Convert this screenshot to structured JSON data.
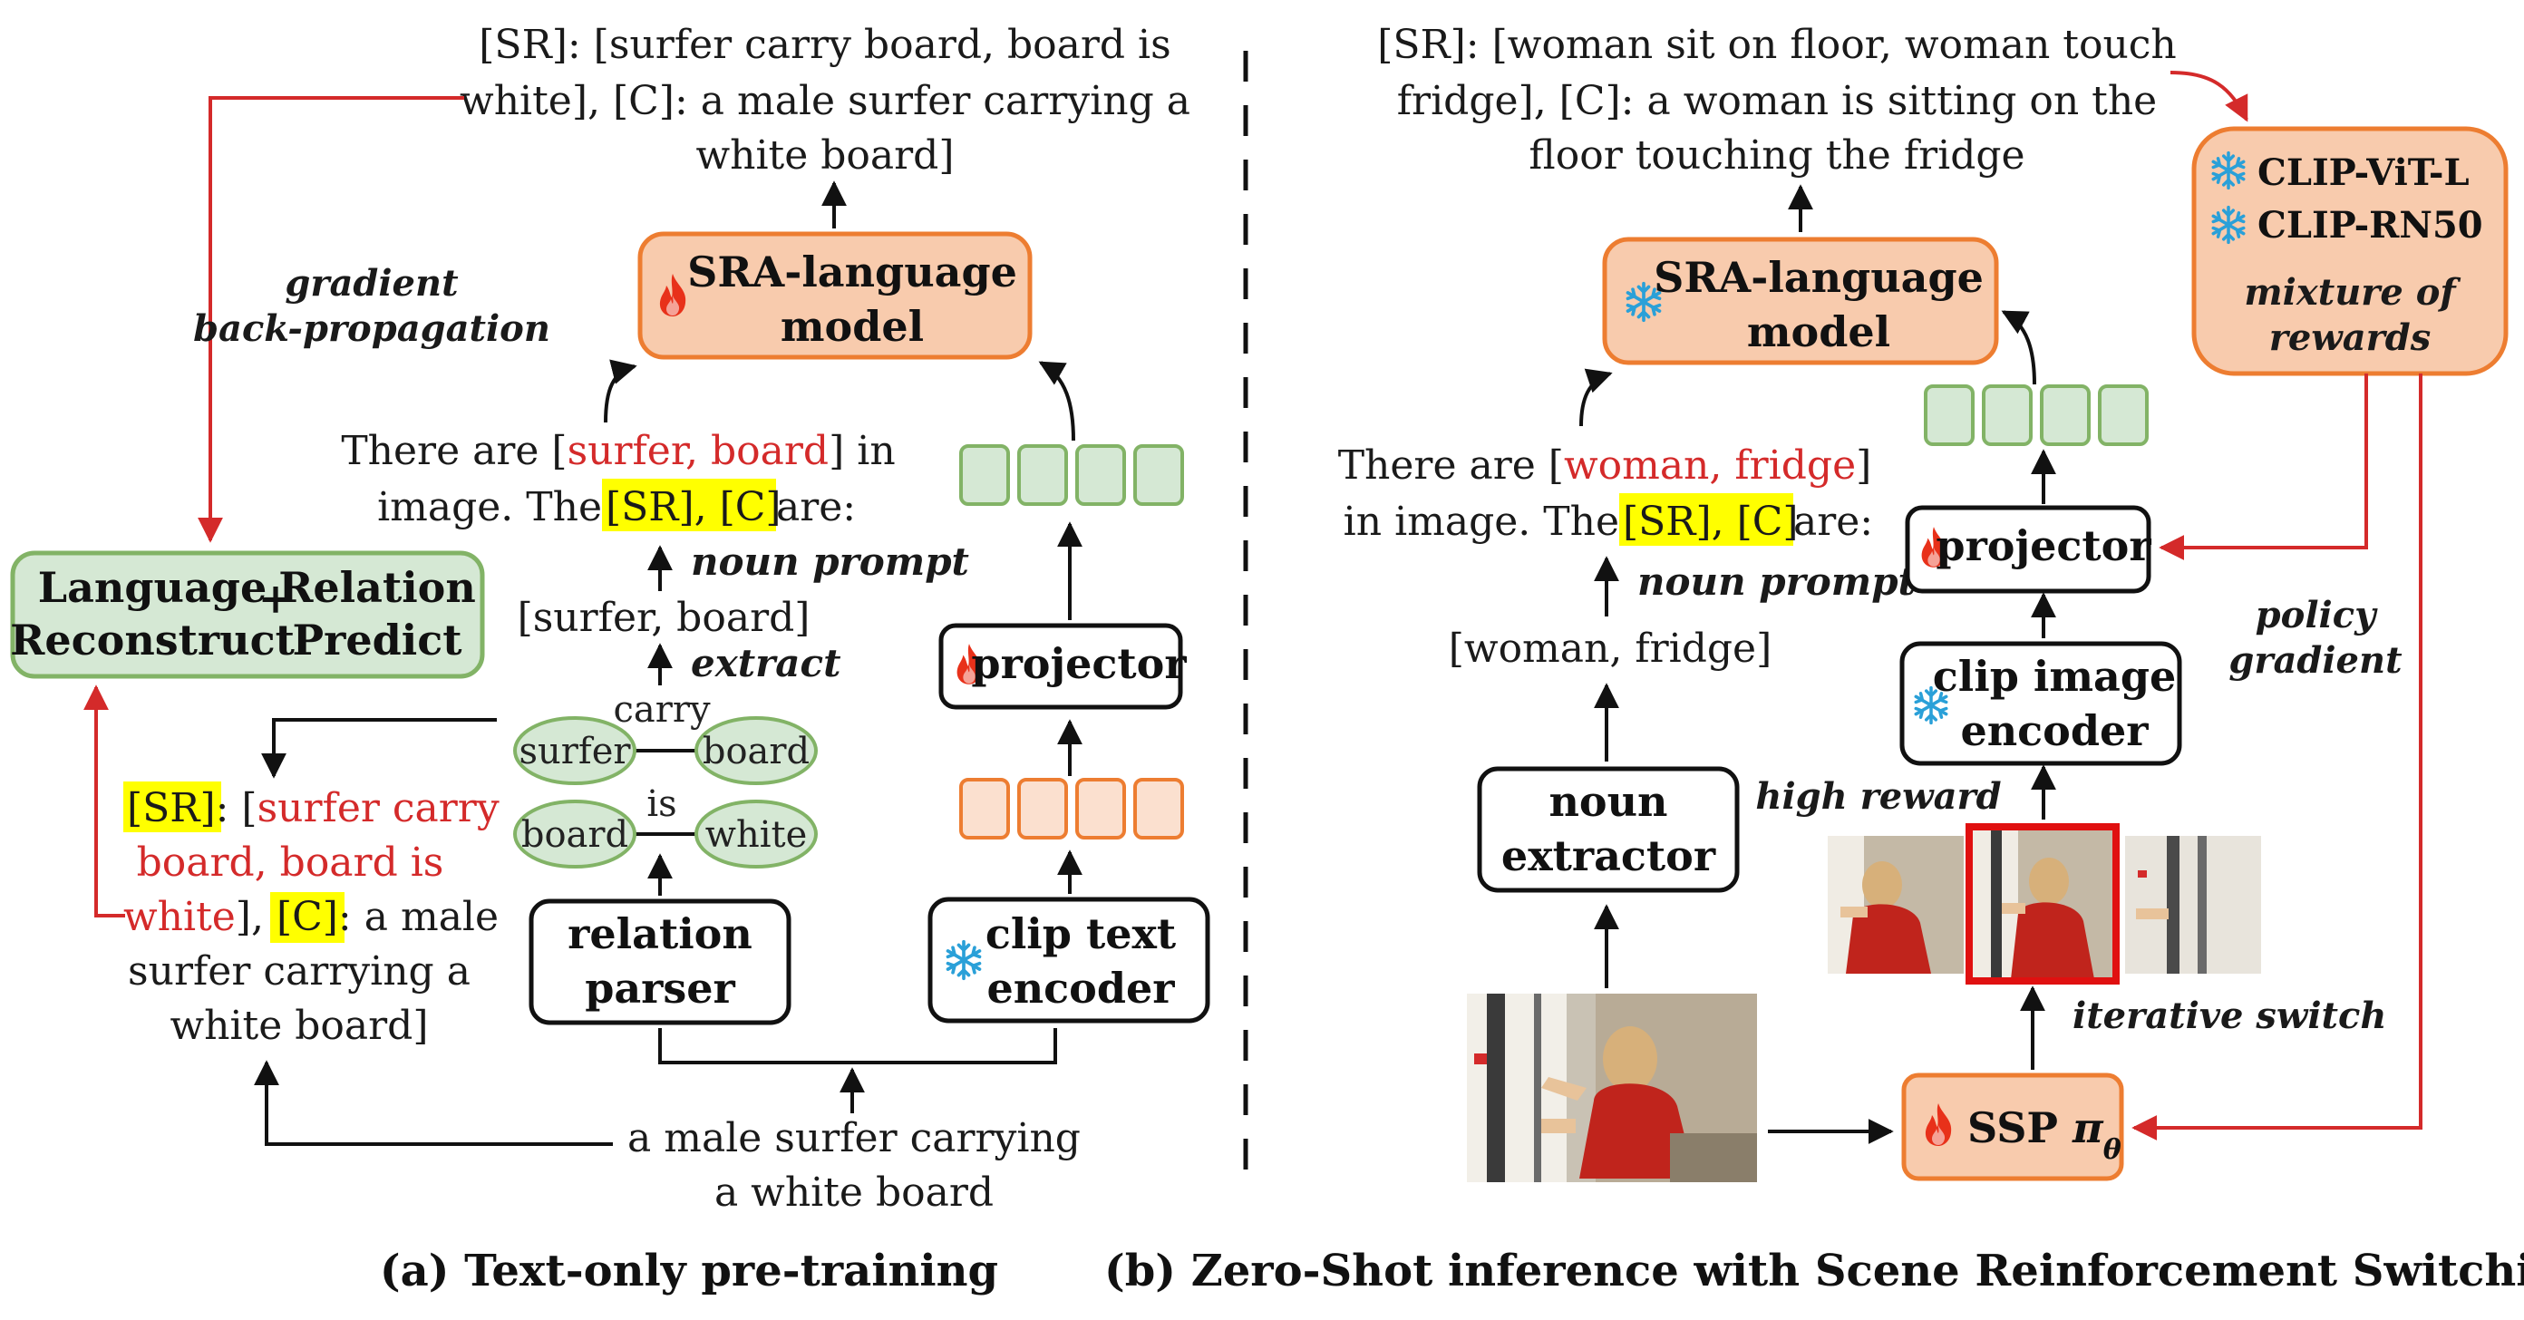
{
  "left": {
    "top_caption": {
      "line1": "[SR]: [surfer carry board, board is",
      "line2": "white], [C]: a male surfer carrying a",
      "line3": "white board]"
    },
    "sra_model": {
      "line1": "SRA-language",
      "line2": "model"
    },
    "gradient_label": {
      "line1": "gradient",
      "line2": "back-propagation"
    },
    "prompt": {
      "pre": "There are [",
      "entities": "surfer, board",
      "post": "] in",
      "line2_pre": "image. The ",
      "highlight": "[SR], [C]",
      "line2_post": " are:"
    },
    "noun_prompt": "noun prompt",
    "noun_list": "[surfer, board]",
    "extract": "extract",
    "graph": {
      "edge1_label": "carry",
      "node1": "surfer",
      "node2": "board",
      "edge2_label": "is",
      "node3": "board",
      "node4": "white"
    },
    "relation_parser": {
      "line1": "relation",
      "line2": "parser"
    },
    "projector": "projector",
    "clip_text_encoder": {
      "line1": "clip text",
      "line2": "encoder"
    },
    "loss_box": {
      "a1": "Language",
      "a2": "Reconstruct",
      "plus": "+",
      "b1": "Relation",
      "b2": "Predict"
    },
    "target": {
      "sr_tag": "[SR]:",
      "sr_open": " [",
      "sr1": "surfer carry",
      "sr2": "board, board is",
      "sr3": "white",
      "sr_close": "], ",
      "c_tag": "[C]:",
      "c1": " a male",
      "c2": "surfer carrying a",
      "c3": "white board]"
    },
    "input_caption": {
      "line1": "a male surfer carrying",
      "line2": "a white board"
    },
    "caption": "(a)  Text-only pre-training"
  },
  "right": {
    "top_caption": {
      "line1": "[SR]: [woman sit on floor, woman touch",
      "line2": "fridge], [C]: a woman is sitting on the",
      "line3": "floor touching the fridge"
    },
    "sra_model": {
      "line1": "SRA-language",
      "line2": "model"
    },
    "rewards": {
      "r1": "CLIP-ViT-L",
      "r2": "CLIP-RN50",
      "label1": "mixture of",
      "label2": "rewards"
    },
    "prompt": {
      "pre": "There are [",
      "entities": "woman, fridge",
      "post": "]",
      "line2_pre": "in image. The ",
      "highlight": "[SR], [C]",
      "line2_post": " are:"
    },
    "noun_prompt": "noun prompt",
    "noun_list": "[woman, fridge]",
    "projector": "projector",
    "policy_gradient": {
      "line1": "policy",
      "line2": "gradient"
    },
    "clip_image_encoder": {
      "line1": "clip image",
      "line2": "encoder"
    },
    "high_reward": "high reward",
    "noun_extractor": {
      "line1": "noun",
      "line2": "extractor"
    },
    "iterative_switch": "iterative switch",
    "ssp": {
      "label": "SSP ",
      "symbol": "π",
      "sub": "θ"
    },
    "caption": "(b) Zero-Shot inference with Scene Reinforcement Switching"
  },
  "colors": {
    "orange_fill": "#f8cbad",
    "orange_stroke": "#ed7d31",
    "green_fill": "#d5e8d4",
    "green_stroke": "#82b366",
    "red": "#d42a2a",
    "highlight": "#ffff00"
  },
  "icons": {
    "fire": "fire-icon",
    "snowflake": "snowflake-icon"
  }
}
